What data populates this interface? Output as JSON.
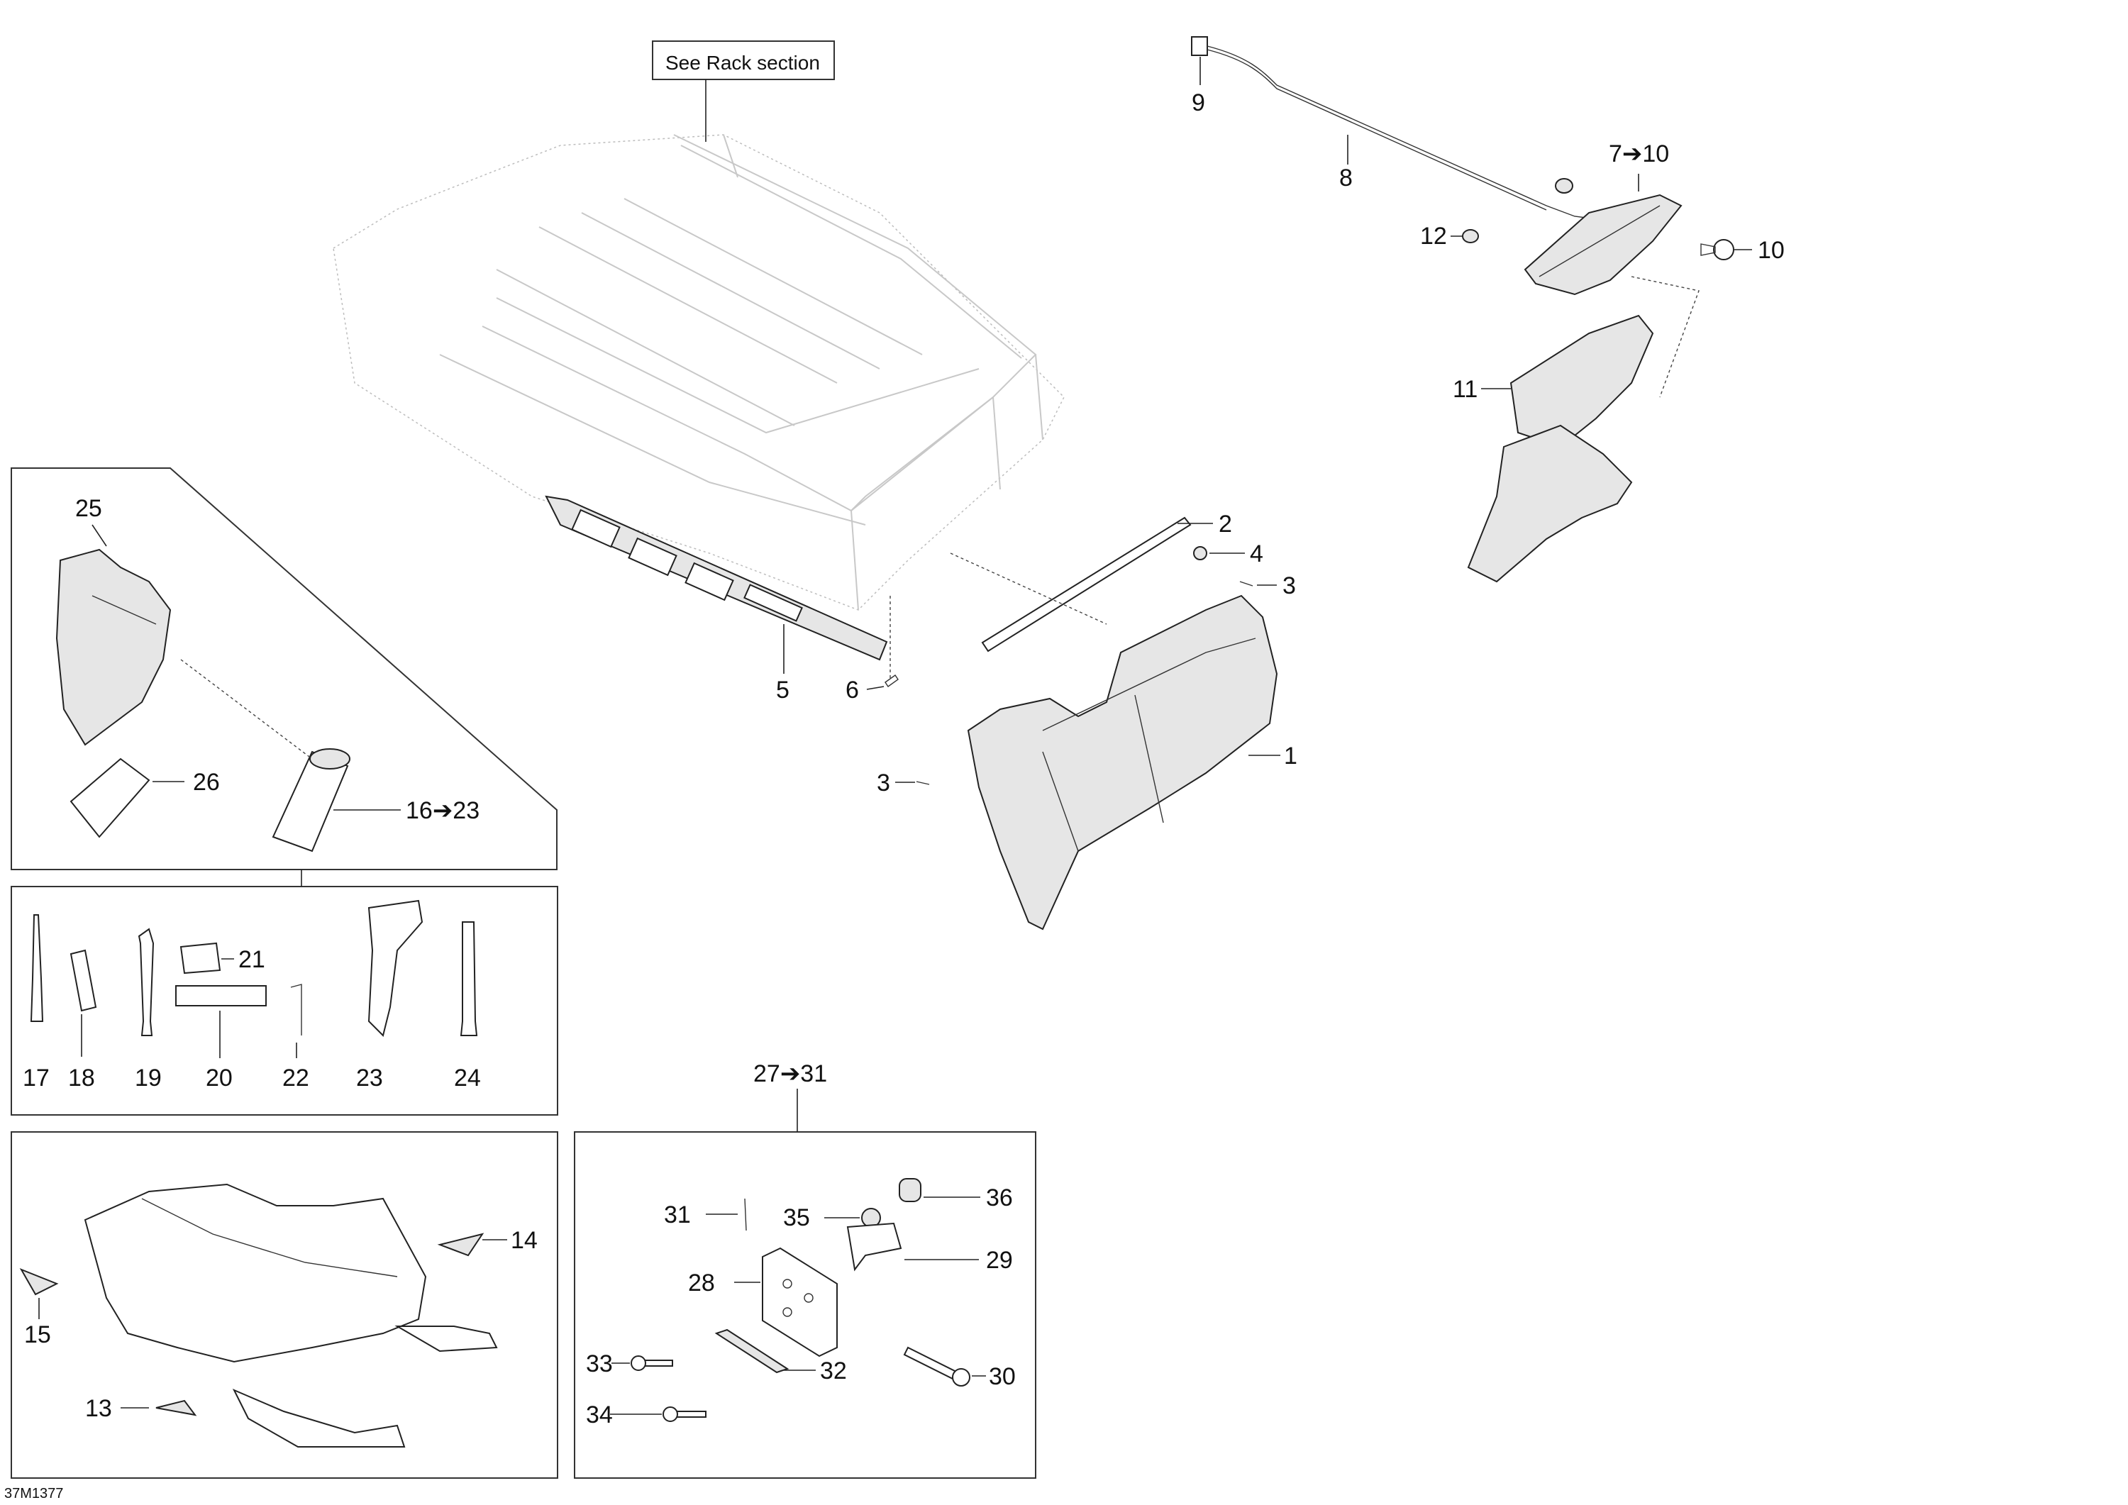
{
  "reference": {
    "text": "See Rack section"
  },
  "figure_code": "37M1377",
  "callouts": [
    {
      "id": "c1",
      "text": "1"
    },
    {
      "id": "c2",
      "text": "2"
    },
    {
      "id": "c3a",
      "text": "3"
    },
    {
      "id": "c3b",
      "text": "3"
    },
    {
      "id": "c4",
      "text": "4"
    },
    {
      "id": "c5",
      "text": "5"
    },
    {
      "id": "c6",
      "text": "6"
    },
    {
      "id": "c7",
      "text": "7➔10"
    },
    {
      "id": "c8",
      "text": "8"
    },
    {
      "id": "c9",
      "text": "9"
    },
    {
      "id": "c10",
      "text": "10"
    },
    {
      "id": "c11",
      "text": "11"
    },
    {
      "id": "c12",
      "text": "12"
    },
    {
      "id": "c13",
      "text": "13"
    },
    {
      "id": "c14",
      "text": "14"
    },
    {
      "id": "c15",
      "text": "15"
    },
    {
      "id": "c16",
      "text": "16➔23"
    },
    {
      "id": "c17",
      "text": "17"
    },
    {
      "id": "c18",
      "text": "18"
    },
    {
      "id": "c19",
      "text": "19"
    },
    {
      "id": "c20",
      "text": "20"
    },
    {
      "id": "c21",
      "text": "21"
    },
    {
      "id": "c22",
      "text": "22"
    },
    {
      "id": "c23",
      "text": "23"
    },
    {
      "id": "c24",
      "text": "24"
    },
    {
      "id": "c25",
      "text": "25"
    },
    {
      "id": "c26",
      "text": "26"
    },
    {
      "id": "c27",
      "text": "27➔31"
    },
    {
      "id": "c28",
      "text": "28"
    },
    {
      "id": "c29",
      "text": "29"
    },
    {
      "id": "c30",
      "text": "30"
    },
    {
      "id": "c31",
      "text": "31"
    },
    {
      "id": "c32",
      "text": "32"
    },
    {
      "id": "c33",
      "text": "33"
    },
    {
      "id": "c34",
      "text": "34"
    },
    {
      "id": "c35",
      "text": "35"
    },
    {
      "id": "c36",
      "text": "36"
    }
  ]
}
